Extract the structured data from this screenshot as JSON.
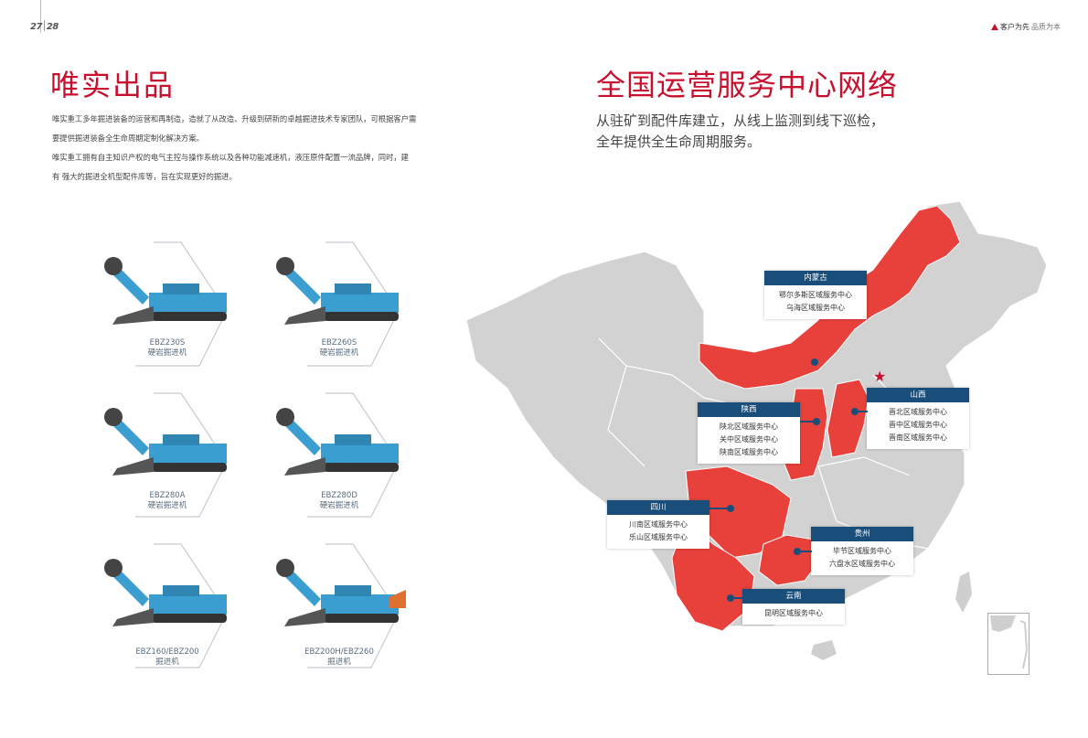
{
  "header": {
    "page_left": "27",
    "page_right": "28",
    "brand_part1": "客户为先",
    "brand_part2": "品质为本"
  },
  "left": {
    "title": "唯实出品",
    "paragraphs": [
      "唯实重工多年掘进装备的运营和再制造，造就了从改造、升级到研新的卓越掘进技术专家团队，可根据客户需",
      "要提供掘进装备全生命周期定制化解决方案。",
      "唯实重工拥有自主知识产权的电气主控与操作系统以及各种功能减速机，液压原件配置一流品牌，同时，建",
      "有 强大的掘进全机型配件库等，旨在实现更好的掘进。"
    ],
    "products": [
      {
        "model": "EBZ230S",
        "type": "硬岩掘进机"
      },
      {
        "model": "EBZ260S",
        "type": "硬岩掘进机"
      },
      {
        "model": "EBZ280A",
        "type": "硬岩掘进机"
      },
      {
        "model": "EBZ280D",
        "type": "硬岩掘进机"
      },
      {
        "model": "EBZ160/EBZ200",
        "type": "掘进机"
      },
      {
        "model": "EBZ200H/EBZ260",
        "type": "掘进机"
      }
    ]
  },
  "right": {
    "title": "全国运营服务中心网络",
    "subtitle_line1": "从驻矿到配件库建立，从线上监测到线下巡检，",
    "subtitle_line2": "全年提供全生命周期服务。",
    "regions": [
      {
        "name": "内蒙古",
        "centers": [
          "鄂尔多斯区域服务中心",
          "乌海区域服务中心"
        ]
      },
      {
        "name": "山西",
        "centers": [
          "晋北区域服务中心",
          "晋中区域服务中心",
          "晋南区域服务中心"
        ]
      },
      {
        "name": "陕西",
        "centers": [
          "陕北区域服务中心",
          "关中区域服务中心",
          "陕南区域服务中心"
        ]
      },
      {
        "name": "四川",
        "centers": [
          "川南区域服务中心",
          "乐山区域服务中心"
        ]
      },
      {
        "name": "贵州",
        "centers": [
          "毕节区域服务中心",
          "六盘水区域服务中心"
        ]
      },
      {
        "name": "云南",
        "centers": [
          "昆明区域服务中心"
        ]
      }
    ]
  },
  "colors": {
    "accent_red": "#c8102e",
    "map_red": "#e8403a",
    "map_grey": "#cfcfcf",
    "callout_blue": "#1a4e7a",
    "machine_blue": "#3a9fd0"
  }
}
